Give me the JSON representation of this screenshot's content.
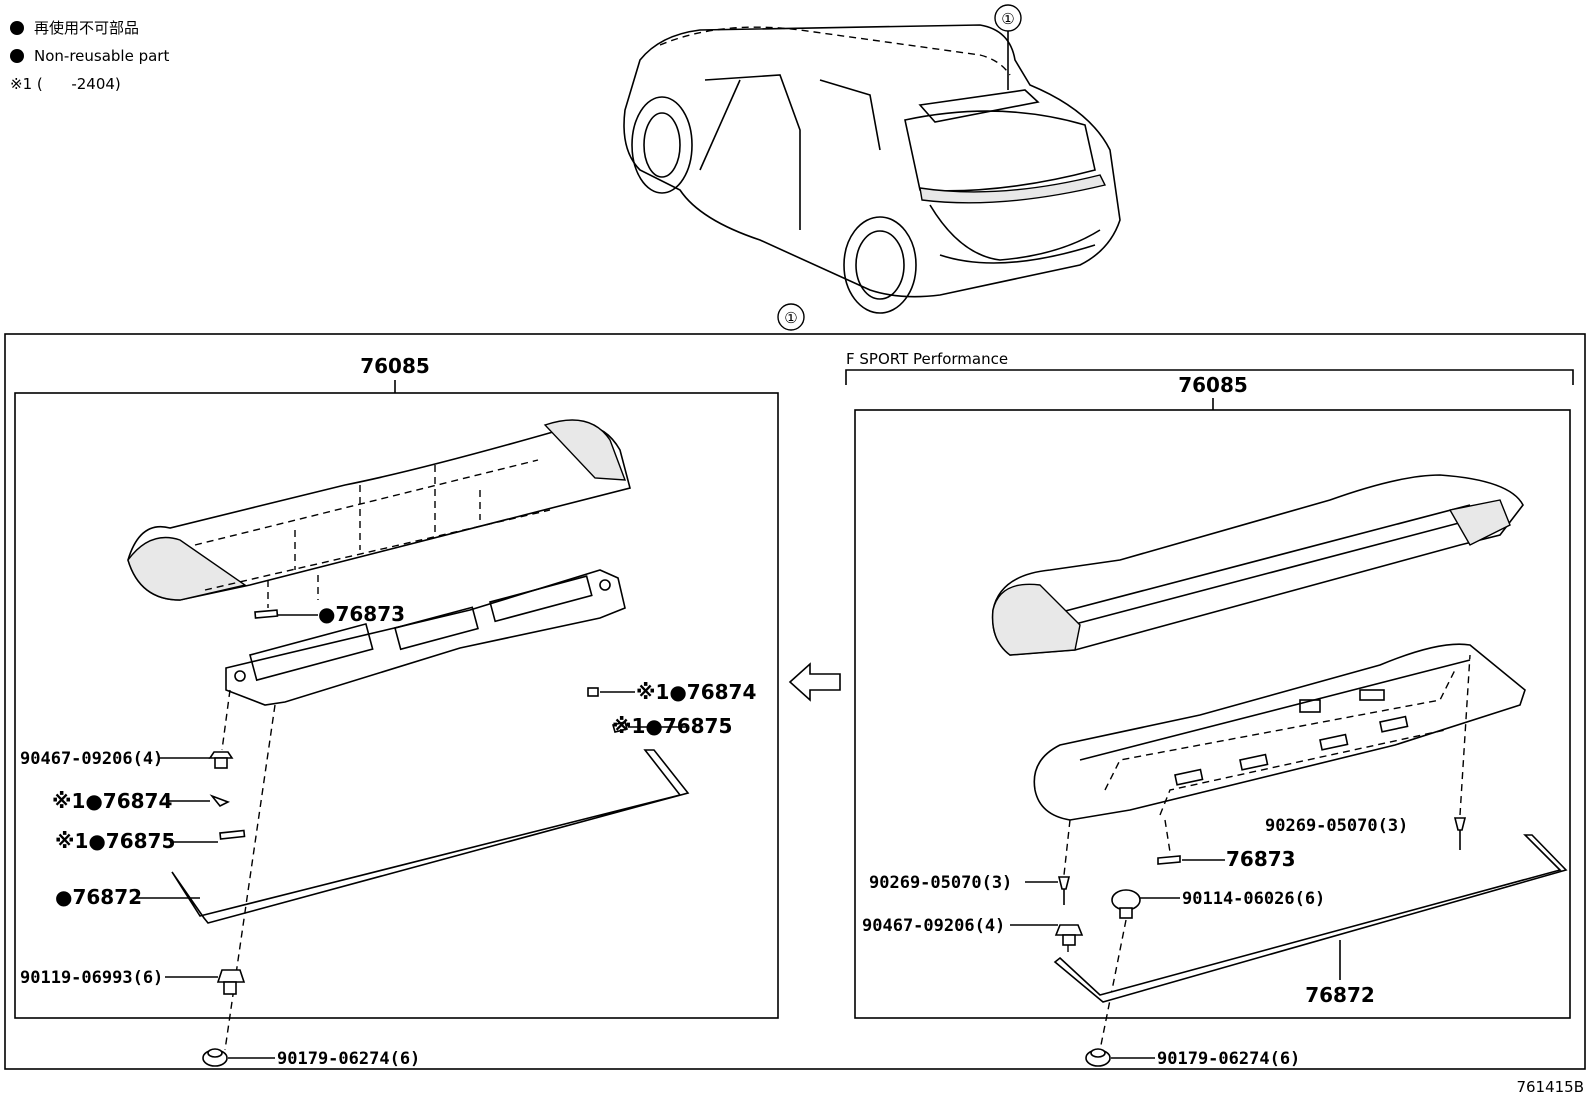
{
  "legend": {
    "line1": "再使用不可部品",
    "line2": "Non-reusable part",
    "line3": "※1 (      -2404)"
  },
  "circle_marker": "①",
  "left_panel": {
    "assembly_label": "76085",
    "labels": {
      "clip_90467": "90467-09206(4)",
      "p76873": "●76873",
      "p76874_right": "※1●76874",
      "p76875_right": "※1●76875",
      "p76874_left": "※1●76874",
      "p76875_left": "※1●76875",
      "p76872": "●76872",
      "clip_90119": "90119-06993(6)",
      "clip_90179": "90179-06274(6)"
    }
  },
  "right_panel": {
    "variant_label": "F SPORT Performance",
    "assembly_label": "76085",
    "labels": {
      "screw_a": "90269-05070(3)",
      "screw_b": "90269-05070(3)",
      "p76873": "76873",
      "clip_90114": "90114-06026(6)",
      "clip_90467": "90467-09206(4)",
      "p76872": "76872",
      "clip_90179": "90179-06274(6)"
    }
  },
  "figure_code": "761415B"
}
